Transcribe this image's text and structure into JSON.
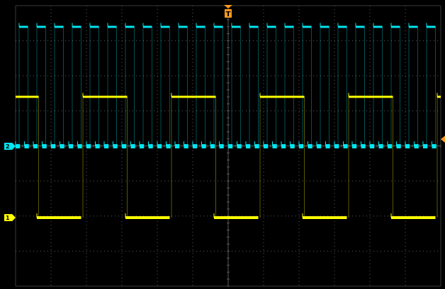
{
  "colors": {
    "grid": "#3a3a3a",
    "grid_dot": "#5a5a5a",
    "ch1": "#ffff00",
    "ch2": "#00e6f0",
    "trigger": "#ff9a1e"
  },
  "channels": [
    {
      "id": "ch1",
      "label": "1",
      "color": "#ffff00"
    },
    {
      "id": "ch2",
      "label": "2",
      "color": "#00e6f0"
    }
  ],
  "trigger": {
    "label": "T",
    "icon": "trigger-position-icon"
  },
  "waveforms": {
    "top_cyan": {
      "period_div": 0.5,
      "duty": 0.5,
      "phase_div": 0.1
    },
    "upper_yellow": {
      "period_div": 2.5,
      "duty": 0.5,
      "phase_div": 1.9
    },
    "mid_cyan": {
      "period_div": 0.25,
      "duty": 0.5,
      "phase_div": 0.0
    },
    "lower_yellow": {
      "period_div": 2.5,
      "duty": 0.5,
      "phase_div": 0.6
    }
  }
}
